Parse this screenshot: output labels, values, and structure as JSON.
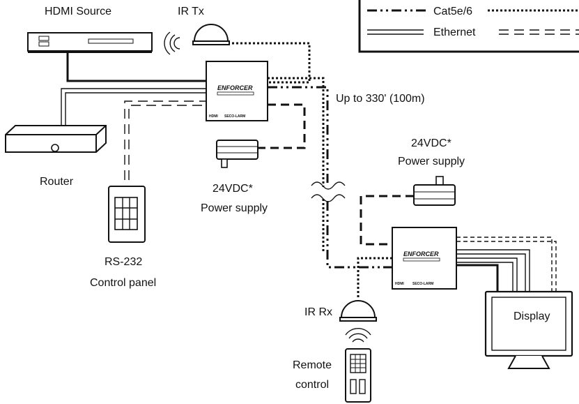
{
  "legend": {
    "cat5_label": "Cat5e/6",
    "ethernet_label": "Ethernet"
  },
  "devices": {
    "hdmi_source": "HDMI Source",
    "ir_tx": "IR Tx",
    "router": "Router",
    "rs232_line1": "RS-232",
    "rs232_line2": "Control panel",
    "psu_tx_line1": "24VDC*",
    "psu_tx_line2": "Power supply",
    "psu_rx_line1": "24VDC*",
    "psu_rx_line2": "Power supply",
    "distance": "Up to 330' (100m)",
    "ir_rx": "IR Rx",
    "display": "Display",
    "remote_line1": "Remote",
    "remote_line2": "control"
  },
  "brand": {
    "name": "ENFORCER",
    "hdmi_mark": "HDMI",
    "seco": "SECO-LARM"
  }
}
